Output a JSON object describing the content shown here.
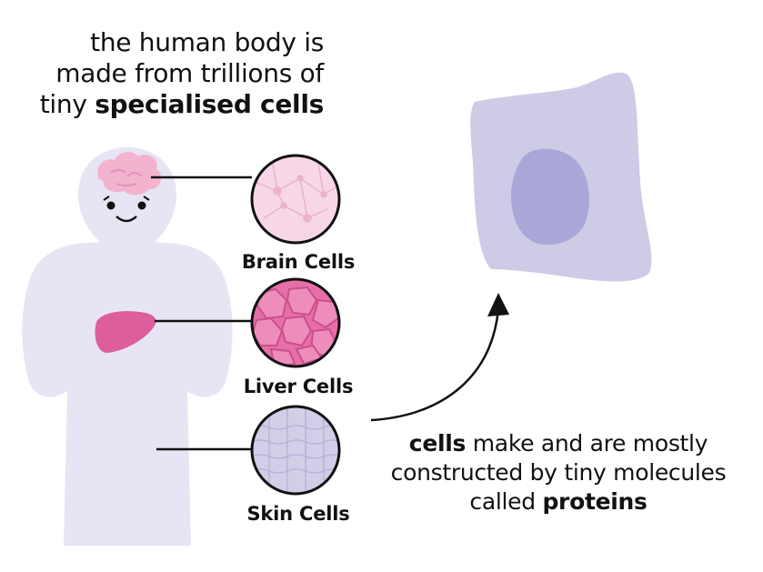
{
  "intro": {
    "line1": "the human body is",
    "line2": "made from trillions of",
    "line3_prefix": "tiny ",
    "line3_bold": "specialised cells"
  },
  "cells": {
    "brain_label": "Brain Cells",
    "liver_label": "Liver Cells",
    "skin_label": "Skin Cells"
  },
  "caption": {
    "line1_bold": "cells",
    "line1_rest": " make and are mostly",
    "line2": "constructed by tiny molecules",
    "line3_prefix": "called ",
    "line3_bold": "proteins"
  },
  "colors": {
    "body": "#e7e5f4",
    "brain": "#f3b3cf",
    "liver": "#dd5e9c",
    "brain_cells_bg": "#f7d7e7",
    "liver_cells_bg": "#e86ea8",
    "skin_cells_bg": "#d1cfe8",
    "cell_shape": "#cecbe6",
    "nucleus": "#aba6d8",
    "line": "#111111"
  }
}
